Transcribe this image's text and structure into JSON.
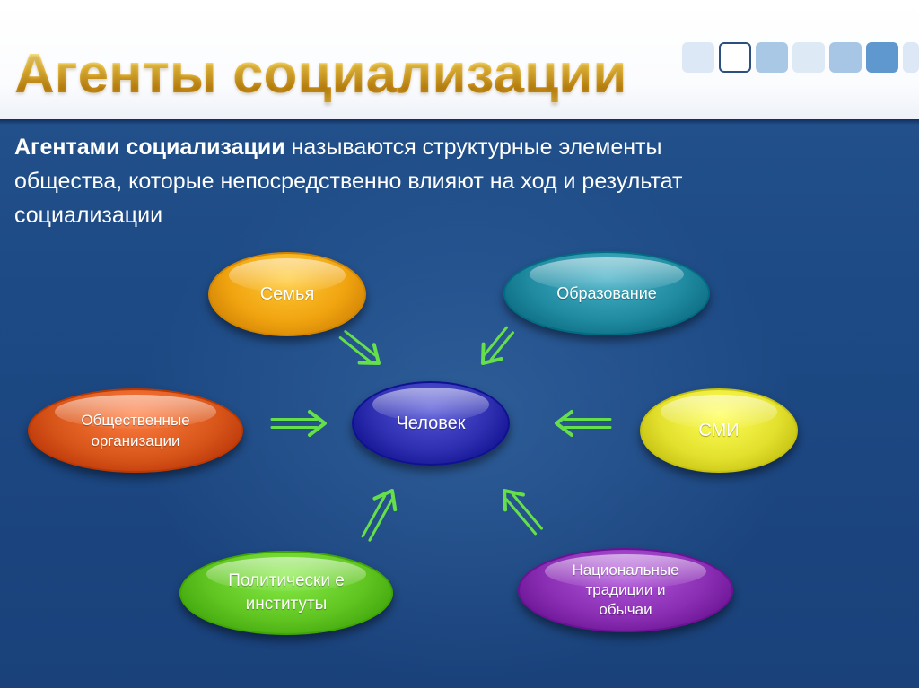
{
  "header": {
    "title": "Агенты социализации"
  },
  "intro": {
    "bold": "Агентами социализации",
    "rest": " называются структурные элементы общества, которые непосредственно влияют на ход и результат социализации"
  },
  "diagram": {
    "center": {
      "label": "Человек",
      "color": "#2e2fb0"
    },
    "nodes": [
      {
        "id": "family",
        "label": "Семья",
        "color": "#f0a30f"
      },
      {
        "id": "education",
        "label": "Образование",
        "color": "#1f8aa0"
      },
      {
        "id": "public-orgs",
        "label": "Общественные организации",
        "color": "#d9561a"
      },
      {
        "id": "media",
        "label": "СМИ",
        "color": "#e3e02e"
      },
      {
        "id": "political",
        "label": "Политически е институты",
        "color": "#5fc420"
      },
      {
        "id": "traditions",
        "label": "Национальные традиции и обычаи",
        "color": "#8a2fb3"
      }
    ],
    "arrow_color": "#66e04a"
  },
  "decor": {
    "square_colors": [
      "#dce8f5",
      "#ffffff",
      "#a9c8e6",
      "#dde9f5",
      "#a7c6e5",
      "#5f97cf",
      "#dce8f5"
    ]
  }
}
